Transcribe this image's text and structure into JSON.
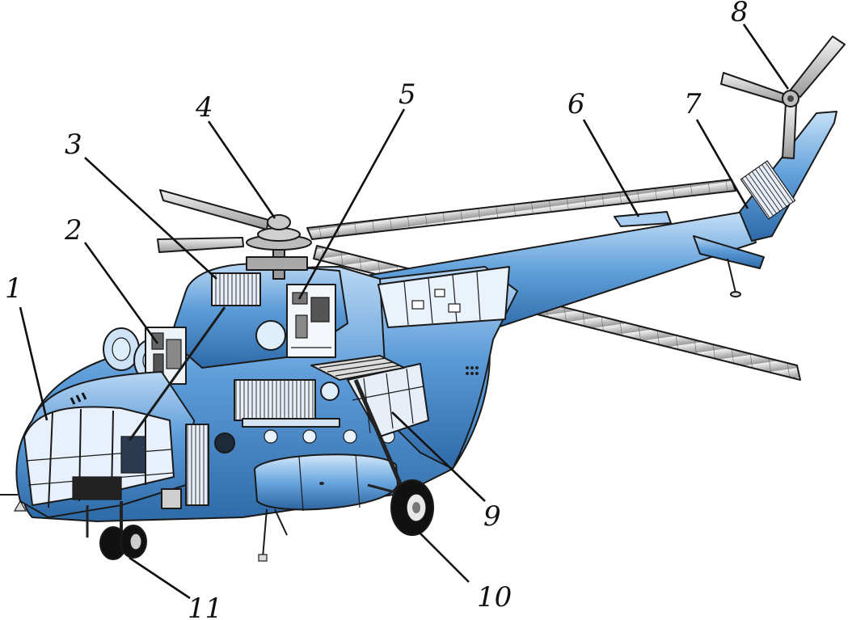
{
  "diagram": {
    "subject": "helicopter-cutaway",
    "colors": {
      "fuselage": "#5b9bd8",
      "fuselage_light": "#a9cdf0",
      "fuselage_dark": "#2f6aa8",
      "blade": "#cfcfcf",
      "blade_dark": "#6f6f6f",
      "tire": "#111111",
      "glass": "#e8f1fb"
    },
    "callouts": [
      {
        "number": "1"
      },
      {
        "number": "2"
      },
      {
        "number": "3"
      },
      {
        "number": "4"
      },
      {
        "number": "5"
      },
      {
        "number": "6"
      },
      {
        "number": "7"
      },
      {
        "number": "8"
      },
      {
        "number": "9"
      },
      {
        "number": "10"
      },
      {
        "number": "11"
      }
    ]
  }
}
